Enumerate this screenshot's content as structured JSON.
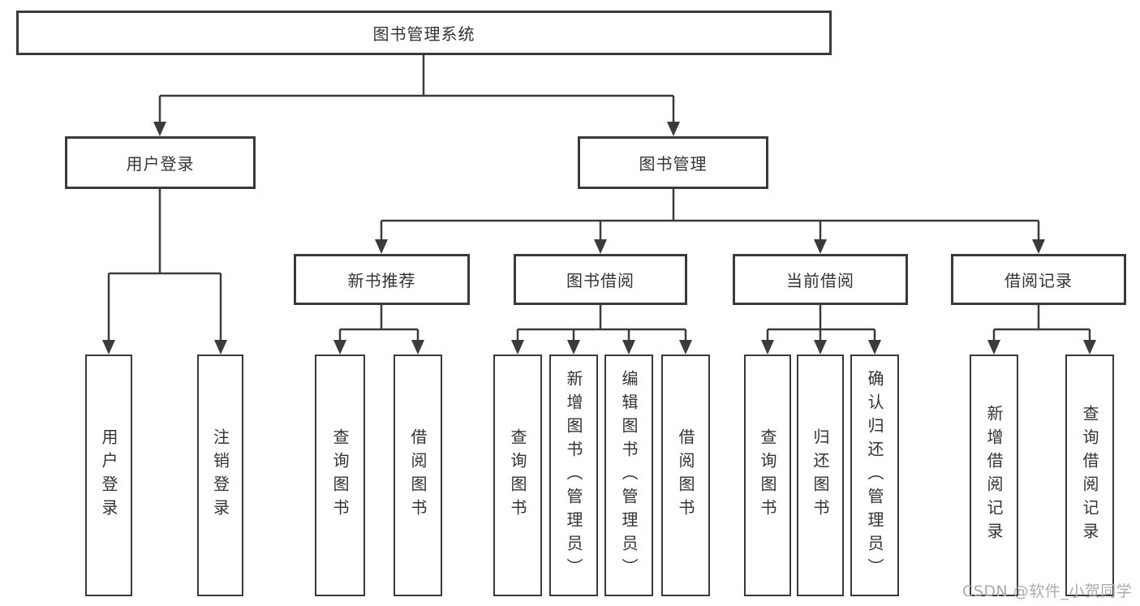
{
  "tree": {
    "root": {
      "label": "图书管理系统"
    },
    "user": {
      "label": "用户登录",
      "children": [
        {
          "label": "用户登录"
        },
        {
          "label": "注销登录"
        }
      ]
    },
    "book": {
      "label": "图书管理",
      "children": [
        {
          "label": "新书推荐",
          "children": [
            {
              "label": "查询图书"
            },
            {
              "label": "借阅图书"
            }
          ]
        },
        {
          "label": "图书借阅",
          "children": [
            {
              "label": "查询图书"
            },
            {
              "label": "新增图书（管理员）"
            },
            {
              "label": "编辑图书（管理员）"
            },
            {
              "label": "借阅图书"
            }
          ]
        },
        {
          "label": "当前借阅",
          "children": [
            {
              "label": "查询图书"
            },
            {
              "label": "归还图书"
            },
            {
              "label": "确认归还（管理员）"
            }
          ]
        },
        {
          "label": "借阅记录",
          "children": [
            {
              "label": "新增借阅记录"
            },
            {
              "label": "查询借阅记录"
            }
          ]
        }
      ]
    }
  },
  "watermark": {
    "text": "CSDN @软件_小贺同学"
  },
  "colors": {
    "line": "#3b3b3b",
    "box_border": "#3a3a3a",
    "text": "#333333",
    "watermark": "#ababab",
    "background": "#ffffff"
  }
}
